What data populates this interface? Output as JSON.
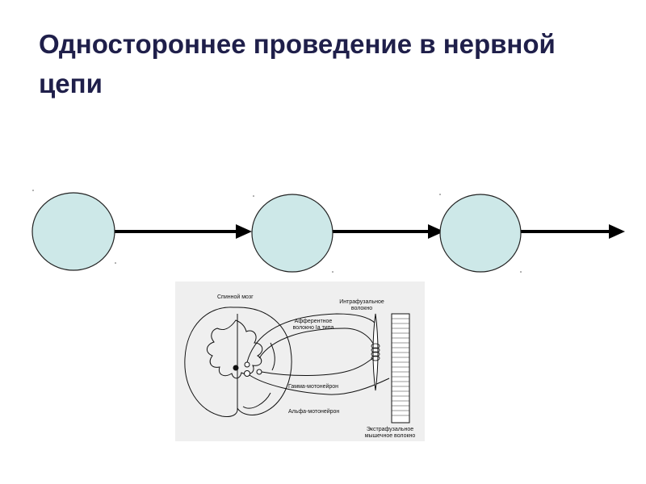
{
  "slide": {
    "title": "Одностороннее проведение в нервной цепи"
  },
  "chain": {
    "node_fill": "#cde8e8",
    "node_stroke": "#222222",
    "arrow_color": "#000000",
    "node_count": 3
  },
  "figure": {
    "labels": {
      "spinal_cord": "Спинной мозг",
      "intrafusal_line1": "Интрафузальное",
      "intrafusal_line2": "волокно",
      "afferent_line1": "Афферентное",
      "afferent_line2": "волокно Ia типа",
      "gamma": "Гамма-мотонейрон",
      "alpha": "Альфа-мотонейрон",
      "extrafusal_line1": "Экстрафузальное",
      "extrafusal_line2": "мышечное волокно"
    }
  }
}
